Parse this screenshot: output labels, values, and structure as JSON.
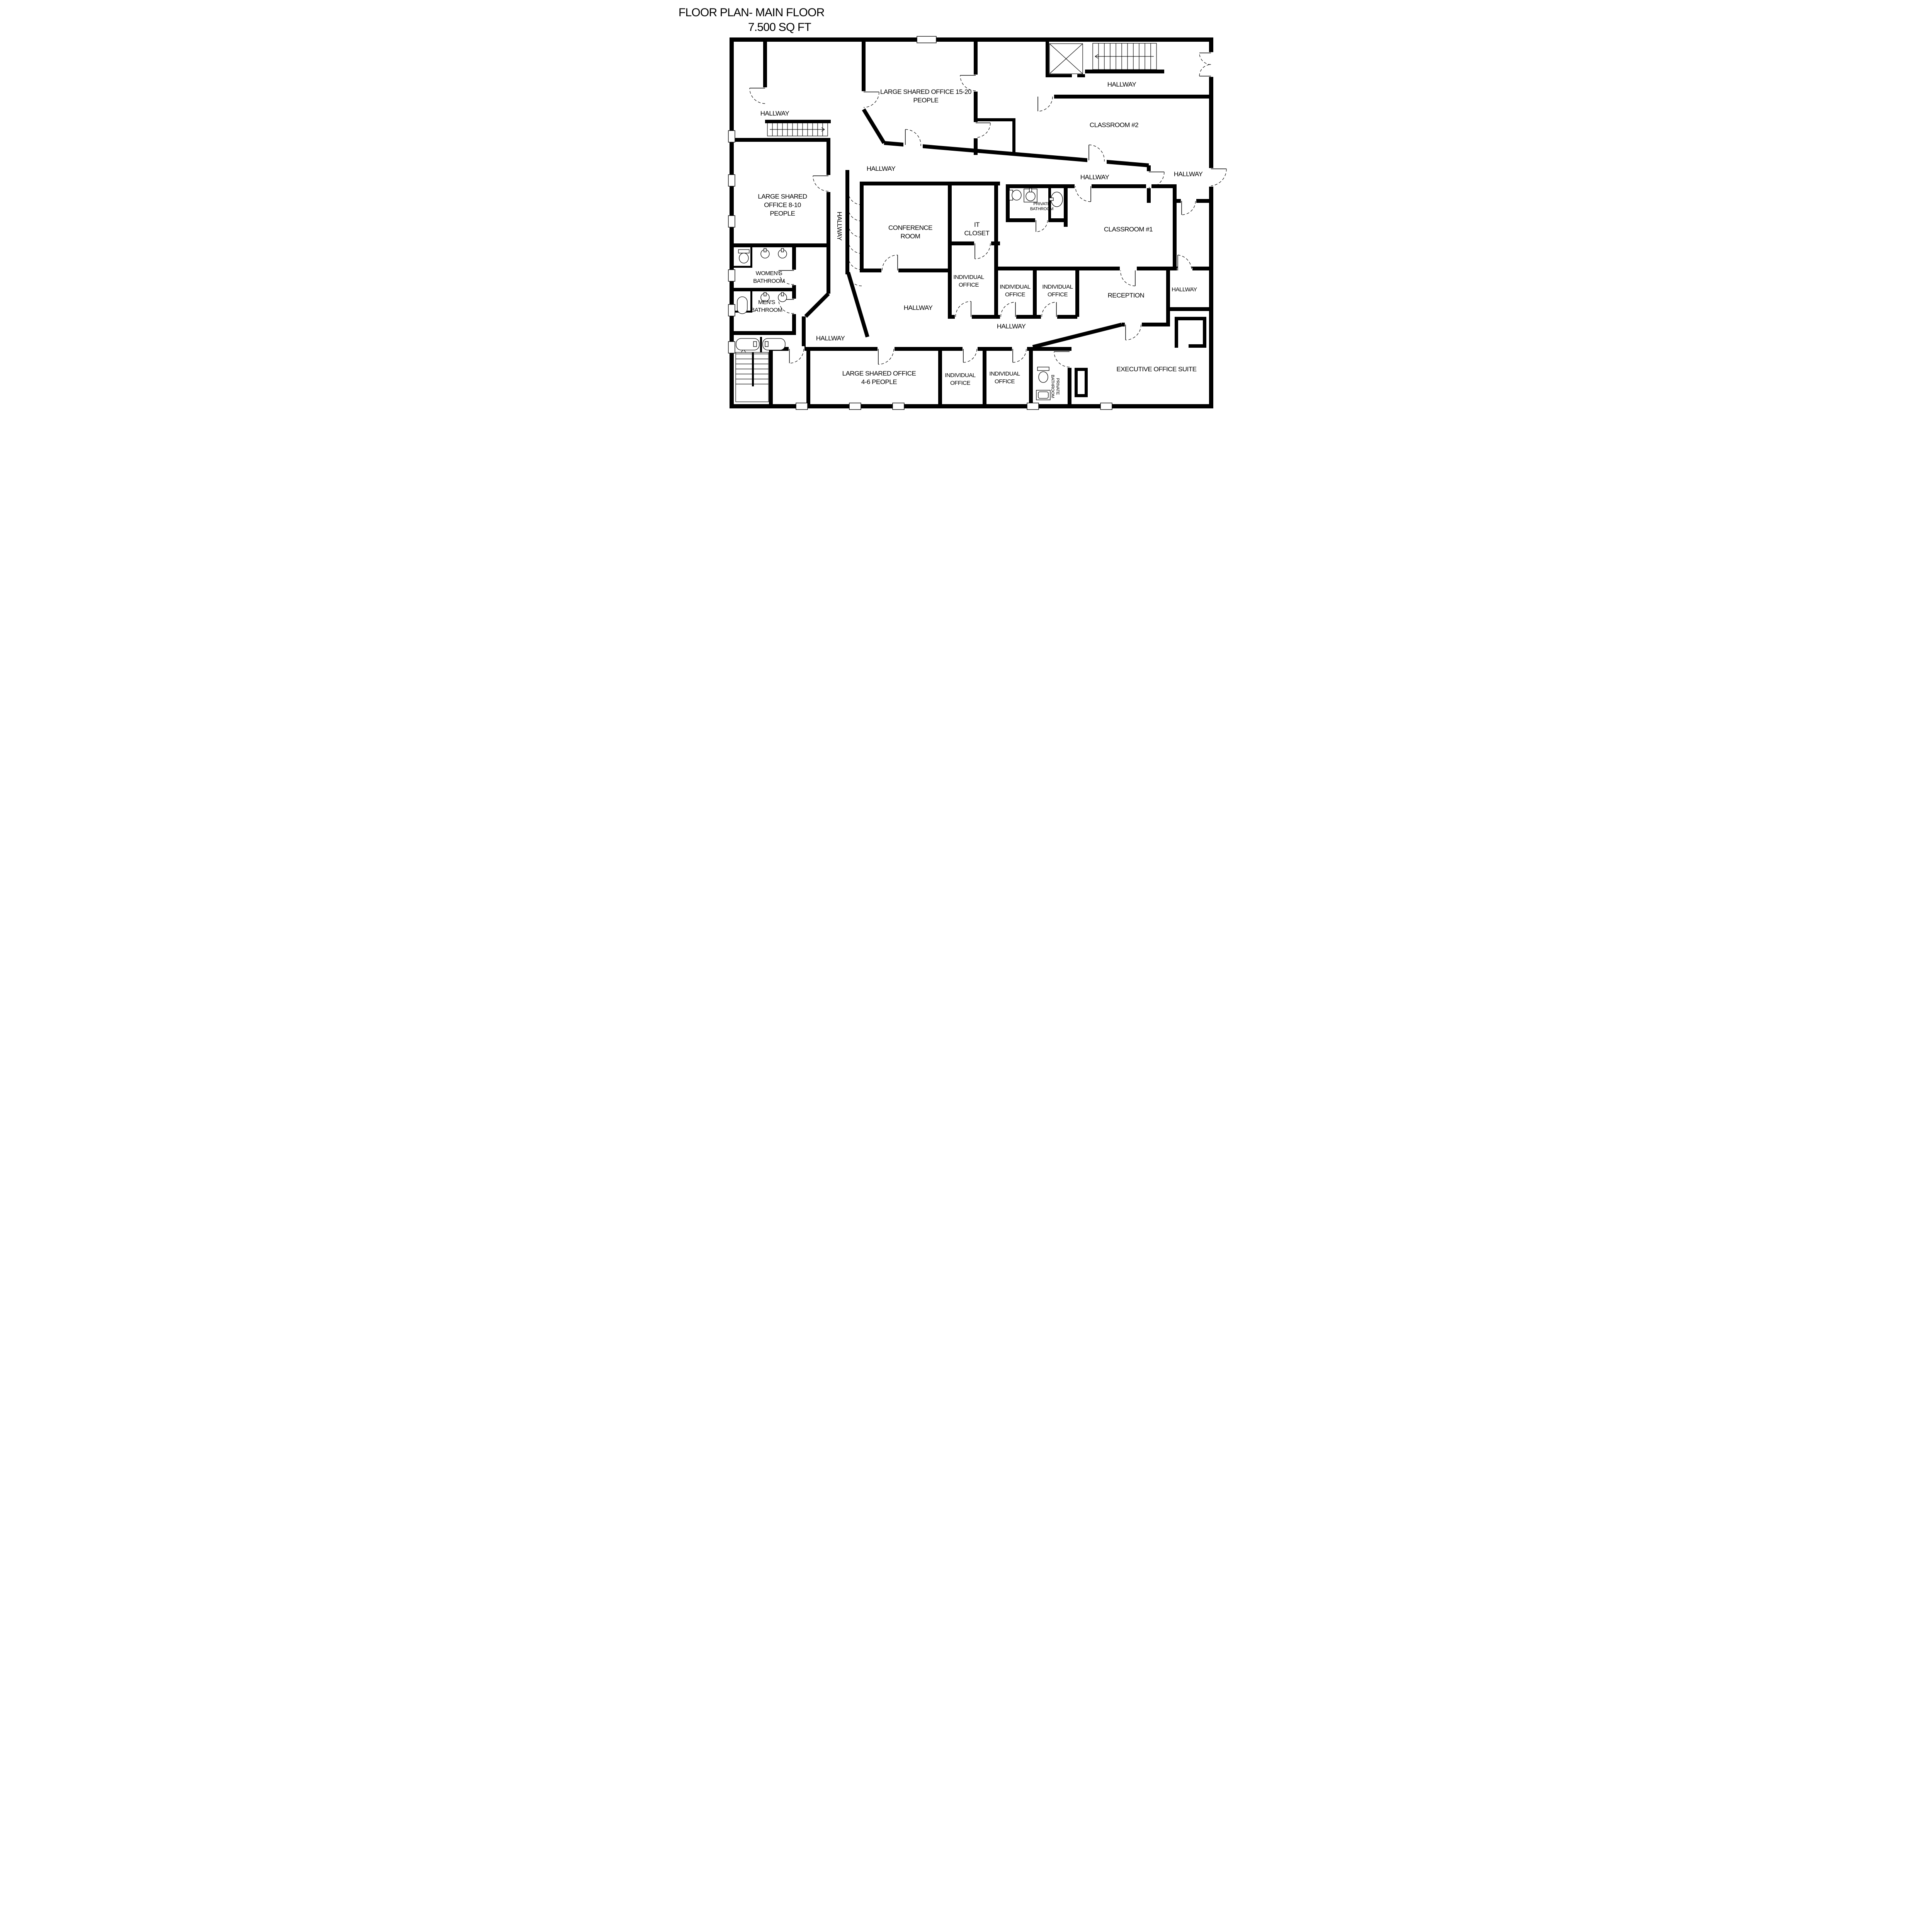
{
  "title": {
    "line1": "FLOOR PLAN- MAIN FLOOR",
    "line2": "7.500 SQ FT"
  },
  "labels": {
    "hallway": "HALLWAY"
  },
  "rooms": {
    "large_shared_15_20": {
      "line1": "LARGE SHARED OFFICE 15-20",
      "line2": "PEOPLE"
    },
    "classroom_2": {
      "label": "CLASSROOM #2"
    },
    "classroom_1": {
      "label": "CLASSROOM #1"
    },
    "large_shared_8_10": {
      "line1": "LARGE SHARED",
      "line2": "OFFICE 8-10",
      "line3": "PEOPLE"
    },
    "conference_room": {
      "line1": "CONFERENCE",
      "line2": "ROOM"
    },
    "it_closet": {
      "line1": "IT",
      "line2": "CLOSET"
    },
    "private_bathroom_middle": {
      "line1": "PRIVATE",
      "line2": "BATHROOM"
    },
    "womens_bathroom": {
      "line1": "WOMEN'S",
      "line2": "BATHROOM"
    },
    "mens_bathroom": {
      "line1": "MEN'S",
      "line2": "BATHROOM"
    },
    "individual_office": {
      "line1": "INDIVIDUAL",
      "line2": "OFFICE"
    },
    "reception": {
      "label": "RECEPTION"
    },
    "large_shared_4_6": {
      "line1": "LARGE SHARED OFFICE",
      "line2": "4-6 PEOPLE"
    },
    "private_bathroom_executive": {
      "line1": "PRIVATE",
      "line2": "BATHROOM"
    },
    "executive_suite": {
      "label": "EXECUTIVE OFFICE SUITE"
    }
  }
}
